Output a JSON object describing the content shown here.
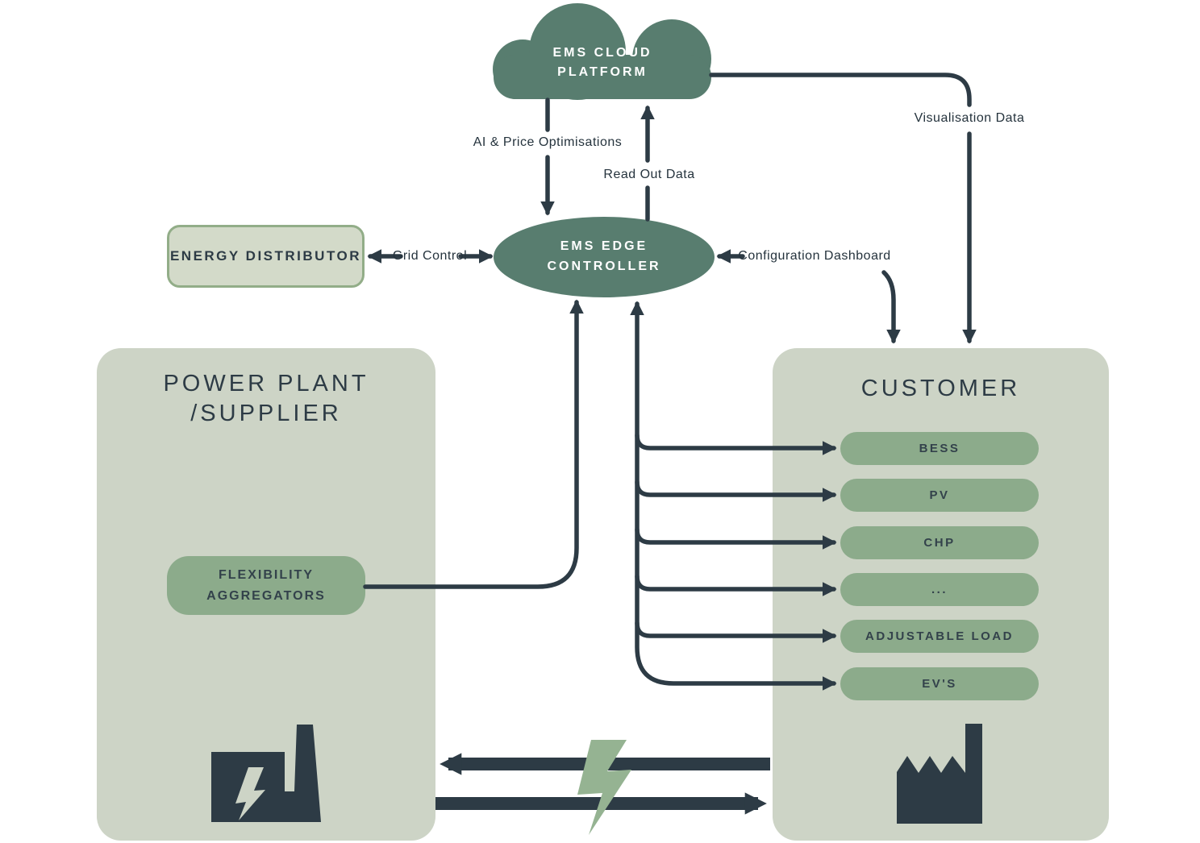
{
  "diagram_title": "EMS system architecture diagram",
  "nodes": {
    "cloud": {
      "label": "EMS CLOUD\nPLATFORM"
    },
    "edge_controller": {
      "label": "EMS EDGE\nCONTROLLER"
    },
    "energy_distributor": {
      "label": "ENERGY DISTRIBUTOR"
    },
    "power_plant": {
      "title": "POWER PLANT\n/SUPPLIER",
      "flexibility_label": "FLEXIBILITY\nAGGREGATORS"
    },
    "customer": {
      "title": "CUSTOMER",
      "devices": [
        "BESS",
        "PV",
        "CHP",
        "...",
        "ADJUSTABLE LOAD",
        "EV'S"
      ]
    }
  },
  "edges": {
    "ai_price": "AI & Price Optimisations",
    "read_out": "Read Out Data",
    "visualisation": "Visualisation Data",
    "grid_control": "Grid Control",
    "config_dashboard": "Configuration Dashboard"
  },
  "icons": {
    "power_plant": "power-plant-lightning-icon",
    "energy_flow": "lightning-bolt-icon",
    "customer": "factory-icon"
  },
  "colors": {
    "dark_green": "#587d6f",
    "sage_box": "#cdd4c6",
    "pill_green": "#8cab8b",
    "bolt_green": "#95b392",
    "dark_navy": "#2d3b45",
    "distributor_fill": "#d3dac9",
    "distributor_border": "#92ad88",
    "white": "#ffffff"
  }
}
